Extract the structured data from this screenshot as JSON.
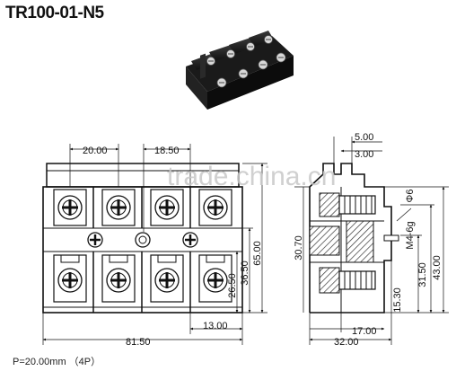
{
  "title": "TR100-01-N5",
  "pitch_note": "P=20.00mm （4P）",
  "watermark": "trade.china.cn",
  "front_view": {
    "top_dims": [
      "20.00",
      "18.50"
    ],
    "right_dims": [
      "65.00",
      "36.50",
      "26.50"
    ],
    "bottom_dims": [
      "13.00",
      "81.50"
    ]
  },
  "side_view": {
    "top_dims": [
      "5.00",
      "3.00"
    ],
    "right_dims": [
      "Φ6",
      "M4-6g",
      "31.50",
      "43.00",
      "30.70",
      "15.30"
    ],
    "bottom_dims": [
      "17.00",
      "32.00"
    ]
  }
}
